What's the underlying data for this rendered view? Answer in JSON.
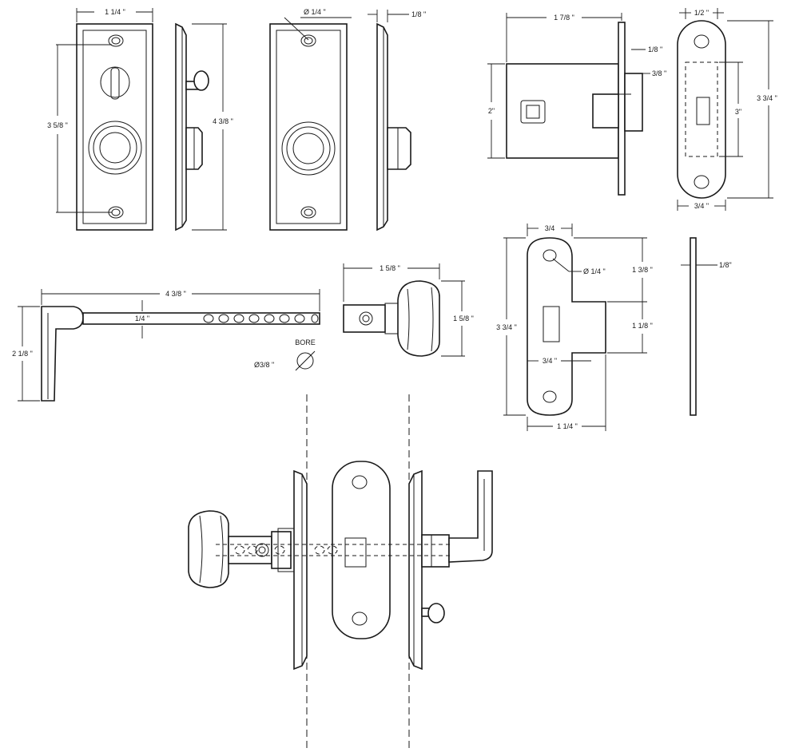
{
  "dimensions": {
    "escutcheon_width": "1 1/4 \"",
    "escutcheon_hole_spacing": "3 5/8 \"",
    "escutcheon_height": "4 3/8 \"",
    "screw_hole": "Ø 1/4 \"",
    "escutcheon_thickness": "1/8 \"",
    "mortise_depth": "1 7/8 \"",
    "mortise_height": "2\"",
    "faceplate_thickness": "1/8 \"",
    "latch_projection": "3/8 \"",
    "faceplate_width_top": "1/2 \"",
    "faceplate_height": "3 3/4 \"",
    "faceplate_body_height": "3\"",
    "faceplate_width_bottom": "3/4 \"",
    "spindle_length": "4 3/8 \"",
    "spindle_size": "1/4 \"",
    "lever_height": "2 1/8 \"",
    "bore_label": "BORE",
    "bore_diameter": "Ø3/8 \"",
    "knob_length": "1 5/8 \"",
    "knob_diameter": "1 5/8 \"",
    "strike_width_top": "3/4",
    "strike_hole": "Ø 1/4 \"",
    "strike_top_section": "1 3/8 \"",
    "strike_height": "3 3/4 \"",
    "strike_lip": "1 1/8 \"",
    "strike_lip_width": "3/4 \"",
    "strike_width": "1 1/4 \"",
    "strike_thickness": "1/8\""
  },
  "colors": {
    "line": "#1a1a1a",
    "background": "#ffffff"
  }
}
